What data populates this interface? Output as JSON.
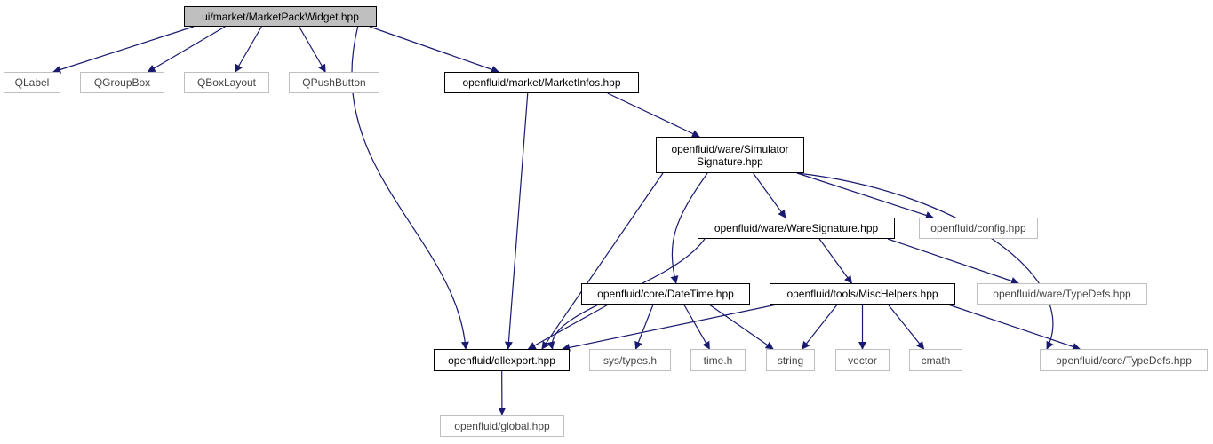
{
  "colors": {
    "edge": "#191970",
    "root_fill": "#bfbfbf",
    "solid_border": "#000000",
    "grey_border": "#bfbfbf"
  },
  "nodes": {
    "market_pack_widget": {
      "label": "ui/market/MarketPackWidget.hpp"
    },
    "qlabel": {
      "label": "QLabel"
    },
    "qgroupbox": {
      "label": "QGroupBox"
    },
    "qboxlayout": {
      "label": "QBoxLayout"
    },
    "qpushbutton": {
      "label": "QPushButton"
    },
    "market_infos": {
      "label": "openfluid/market/MarketInfos.hpp"
    },
    "simulator_signature": {
      "line1": "openfluid/ware/Simulator",
      "line2": "Signature.hpp"
    },
    "ware_signature": {
      "label": "openfluid/ware/WareSignature.hpp"
    },
    "config": {
      "label": "openfluid/config.hpp"
    },
    "date_time": {
      "label": "openfluid/core/DateTime.hpp"
    },
    "misc_helpers": {
      "label": "openfluid/tools/MiscHelpers.hpp"
    },
    "ware_typedefs": {
      "label": "openfluid/ware/TypeDefs.hpp"
    },
    "dllexport": {
      "label": "openfluid/dllexport.hpp"
    },
    "sys_types": {
      "label": "sys/types.h"
    },
    "time_h": {
      "label": "time.h"
    },
    "string": {
      "label": "string"
    },
    "vector": {
      "label": "vector"
    },
    "cmath": {
      "label": "cmath"
    },
    "core_typedefs": {
      "label": "openfluid/core/TypeDefs.hpp"
    },
    "global": {
      "label": "openfluid/global.hpp"
    }
  },
  "edges": [
    [
      "market_pack_widget",
      "qlabel"
    ],
    [
      "market_pack_widget",
      "qgroupbox"
    ],
    [
      "market_pack_widget",
      "qboxlayout"
    ],
    [
      "market_pack_widget",
      "qpushbutton"
    ],
    [
      "market_pack_widget",
      "market_infos"
    ],
    [
      "market_pack_widget",
      "dllexport"
    ],
    [
      "market_infos",
      "simulator_signature"
    ],
    [
      "market_infos",
      "dllexport"
    ],
    [
      "simulator_signature",
      "ware_signature"
    ],
    [
      "simulator_signature",
      "config"
    ],
    [
      "simulator_signature",
      "date_time"
    ],
    [
      "simulator_signature",
      "dllexport"
    ],
    [
      "simulator_signature",
      "core_typedefs"
    ],
    [
      "ware_signature",
      "misc_helpers"
    ],
    [
      "ware_signature",
      "ware_typedefs"
    ],
    [
      "ware_signature",
      "dllexport"
    ],
    [
      "date_time",
      "dllexport"
    ],
    [
      "date_time",
      "sys_types"
    ],
    [
      "date_time",
      "time_h"
    ],
    [
      "date_time",
      "string"
    ],
    [
      "misc_helpers",
      "dllexport"
    ],
    [
      "misc_helpers",
      "string"
    ],
    [
      "misc_helpers",
      "vector"
    ],
    [
      "misc_helpers",
      "cmath"
    ],
    [
      "misc_helpers",
      "core_typedefs"
    ],
    [
      "dllexport",
      "global"
    ]
  ]
}
